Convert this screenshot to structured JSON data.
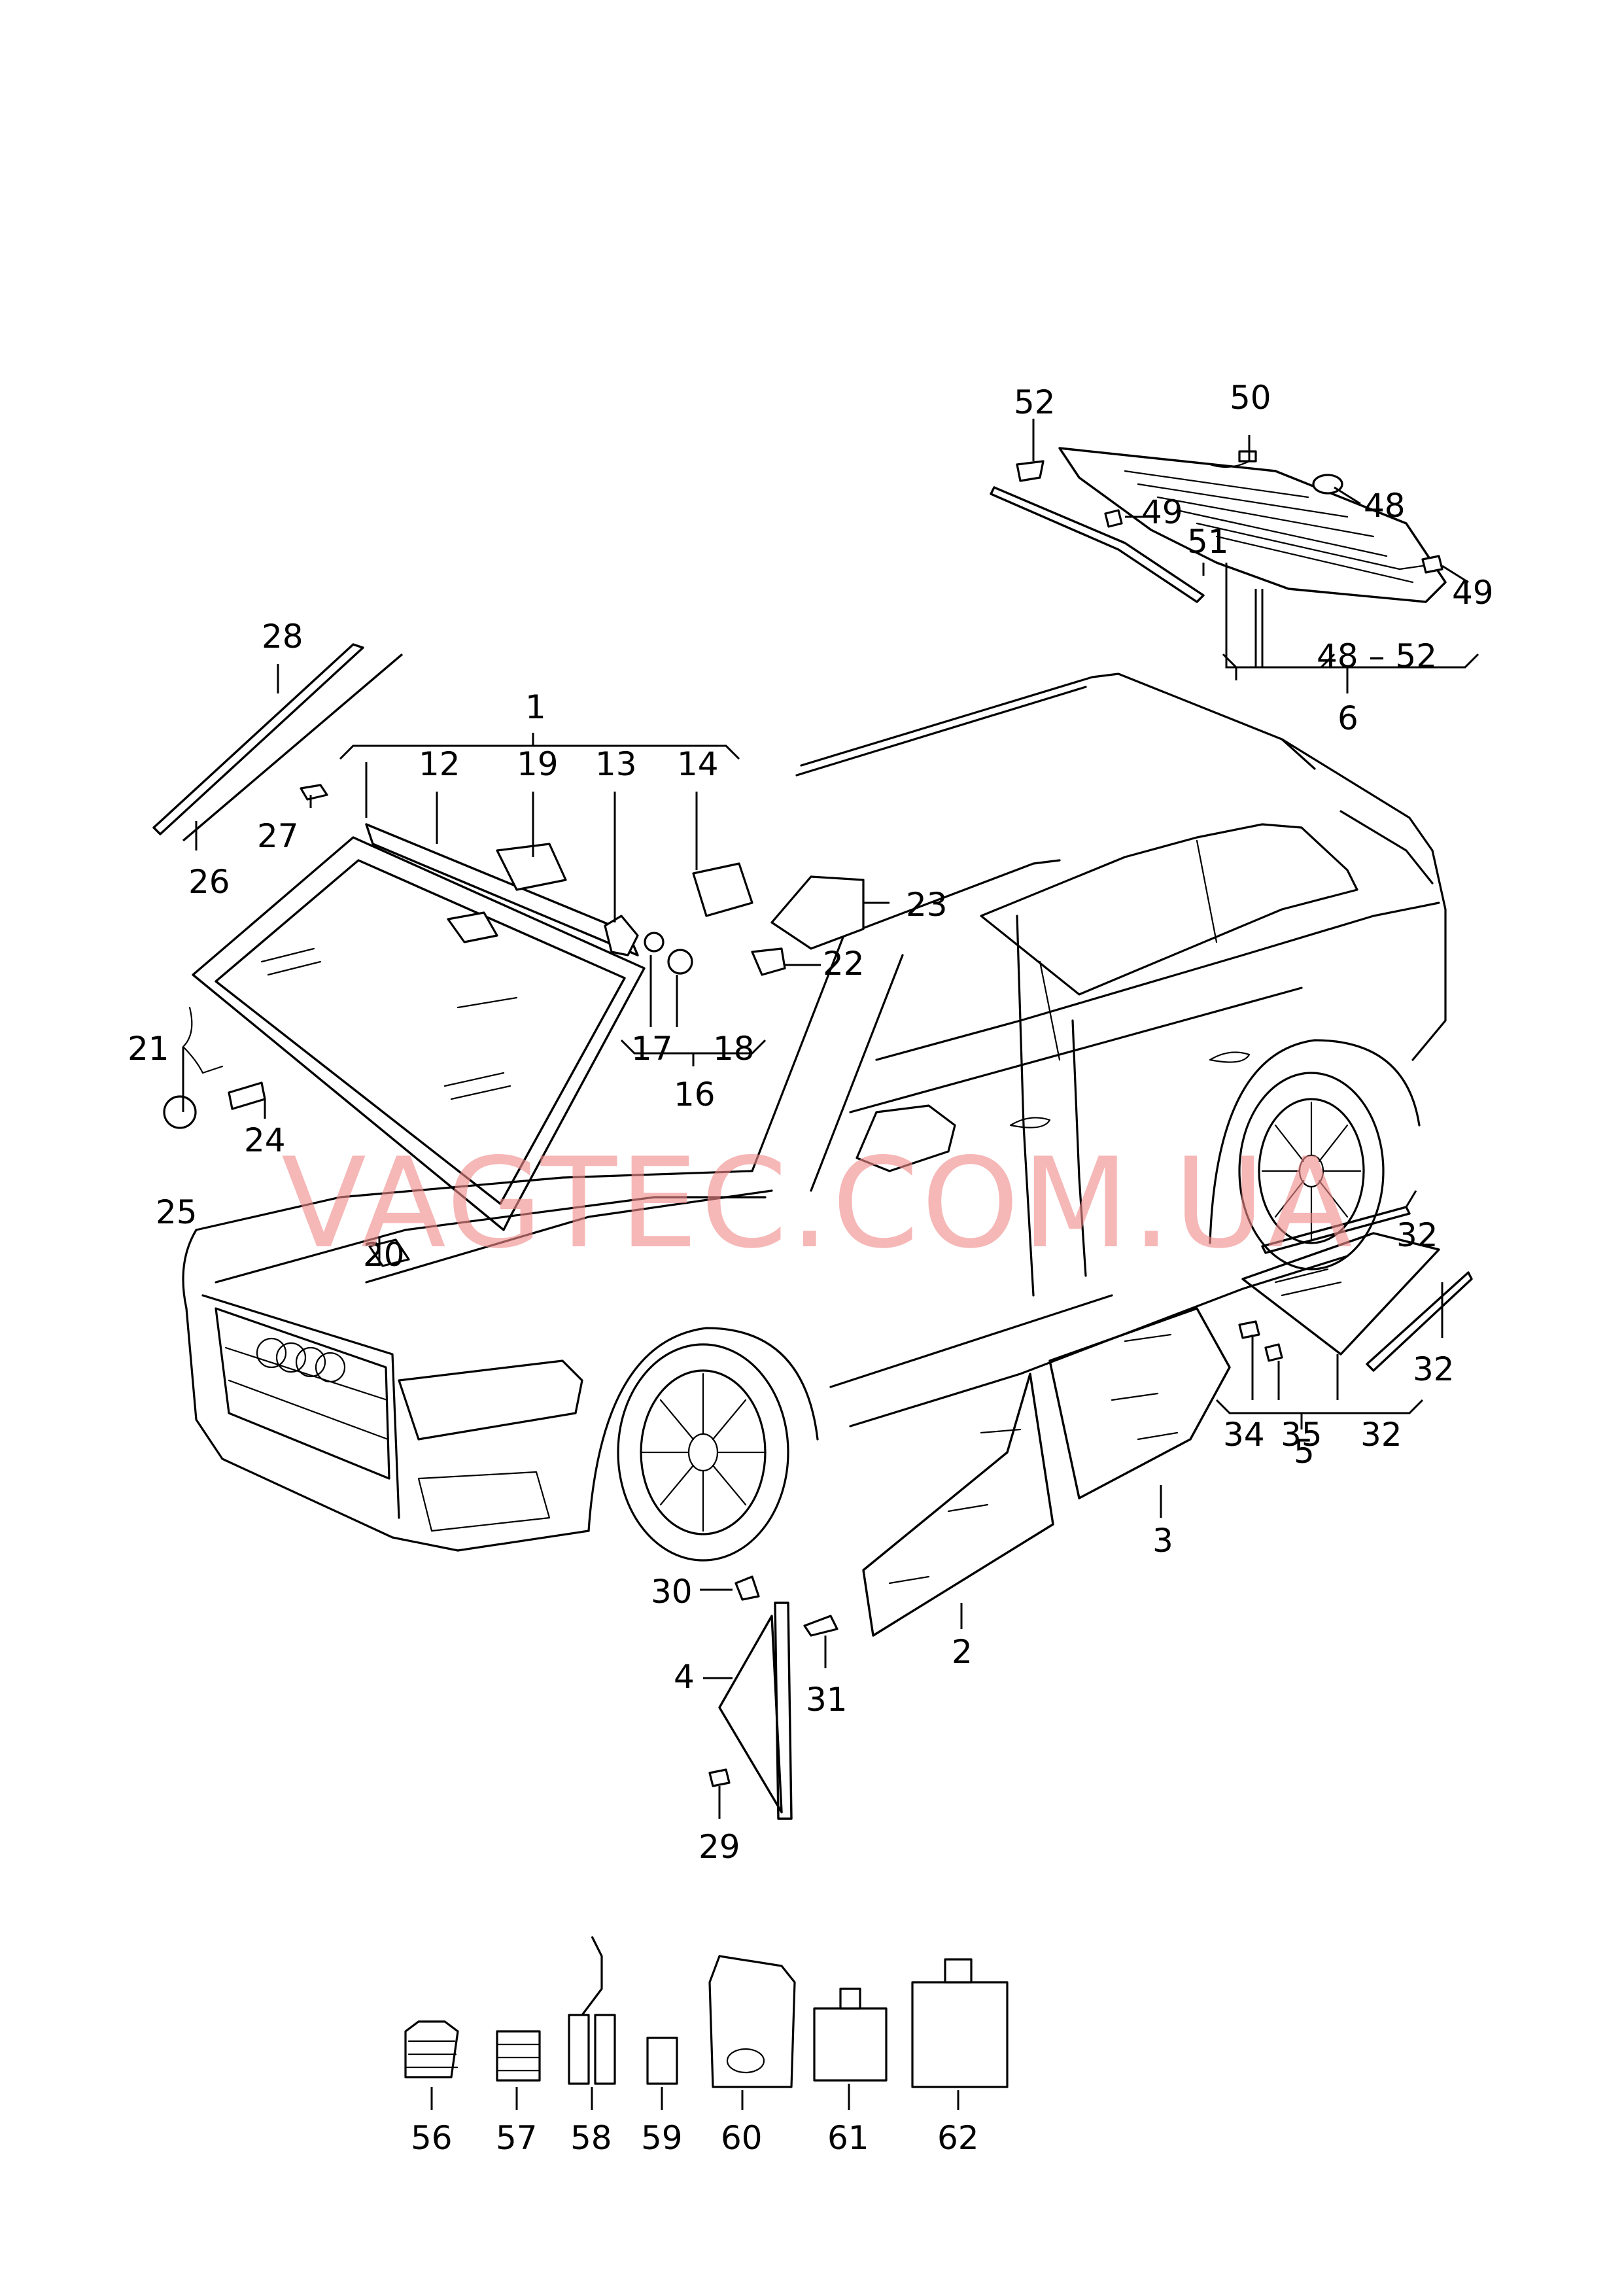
{
  "watermark": "VAGTEC.COM.UA",
  "colors": {
    "line": "#000000",
    "watermark": "#f08a8a",
    "background": "#ffffff"
  },
  "callouts": {
    "c1": "1",
    "c2": "2",
    "c3": "3",
    "c4": "4",
    "c5": "5",
    "c6": "6",
    "c12": "12",
    "c13": "13",
    "c14": "14",
    "c16": "16",
    "c17": "17",
    "c18": "18",
    "c19": "19",
    "c20": "20",
    "c21": "21",
    "c22": "22",
    "c23": "23",
    "c24": "24",
    "c25": "25",
    "c26": "26",
    "c27": "27",
    "c28": "28",
    "c29": "29",
    "c30": "30",
    "c31": "31",
    "c32a": "32",
    "c32b": "32",
    "c32c": "32",
    "c34": "34",
    "c35": "35",
    "c48": "48",
    "c48_52": "48 – 52",
    "c49a": "49",
    "c49b": "49",
    "c50": "50",
    "c51": "51",
    "c52": "52",
    "c56": "56",
    "c57": "57",
    "c58": "58",
    "c59": "59",
    "c60": "60",
    "c61": "61",
    "c62": "62"
  }
}
